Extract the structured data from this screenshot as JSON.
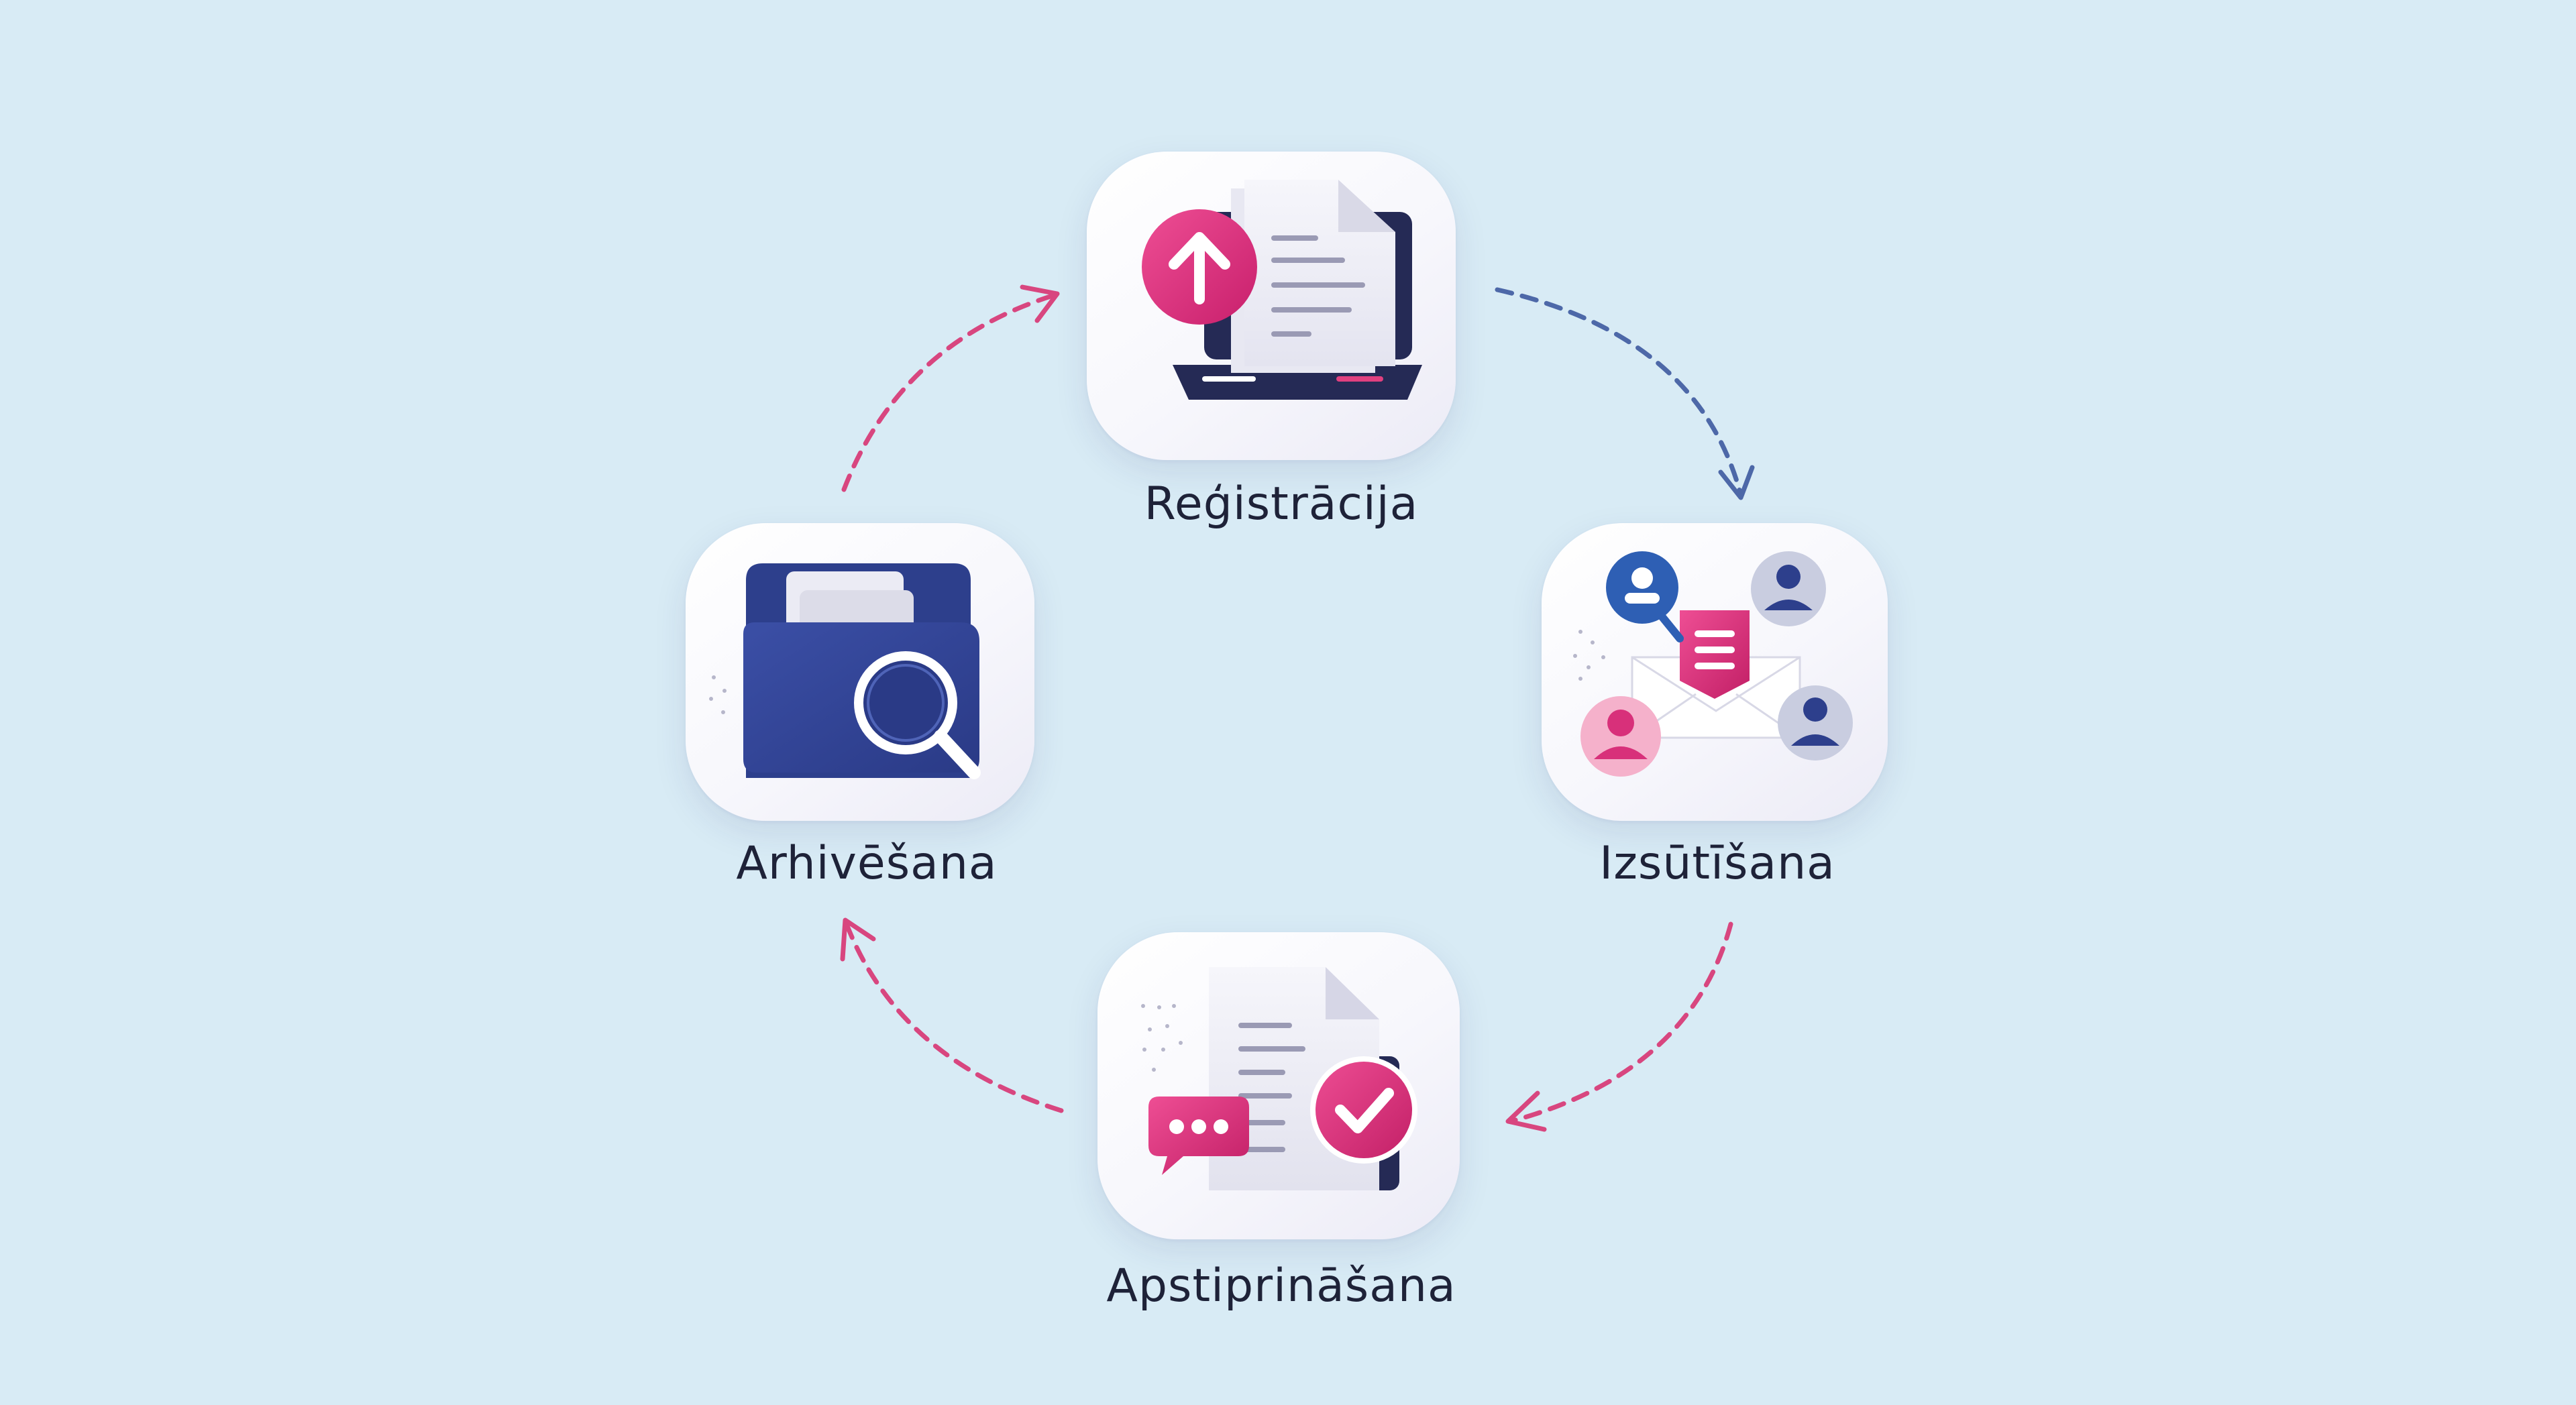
{
  "steps": {
    "registration": {
      "label": "Reģistrācija",
      "icon": "document-upload-icon"
    },
    "sending": {
      "label": "Izsūtīšana",
      "icon": "envelope-recipients-icon"
    },
    "approval": {
      "label": "Apstiprināšana",
      "icon": "document-check-icon"
    },
    "archiving": {
      "label": "Arhivēšana",
      "icon": "folder-search-icon"
    }
  },
  "colors": {
    "background": "#d8ebf5",
    "accent_pink": "#d8307a",
    "accent_navy": "#2d3f8c",
    "dark_navy": "#252a55",
    "arrow_blue": "#4d68a8",
    "arrow_pink": "#d8467f"
  }
}
